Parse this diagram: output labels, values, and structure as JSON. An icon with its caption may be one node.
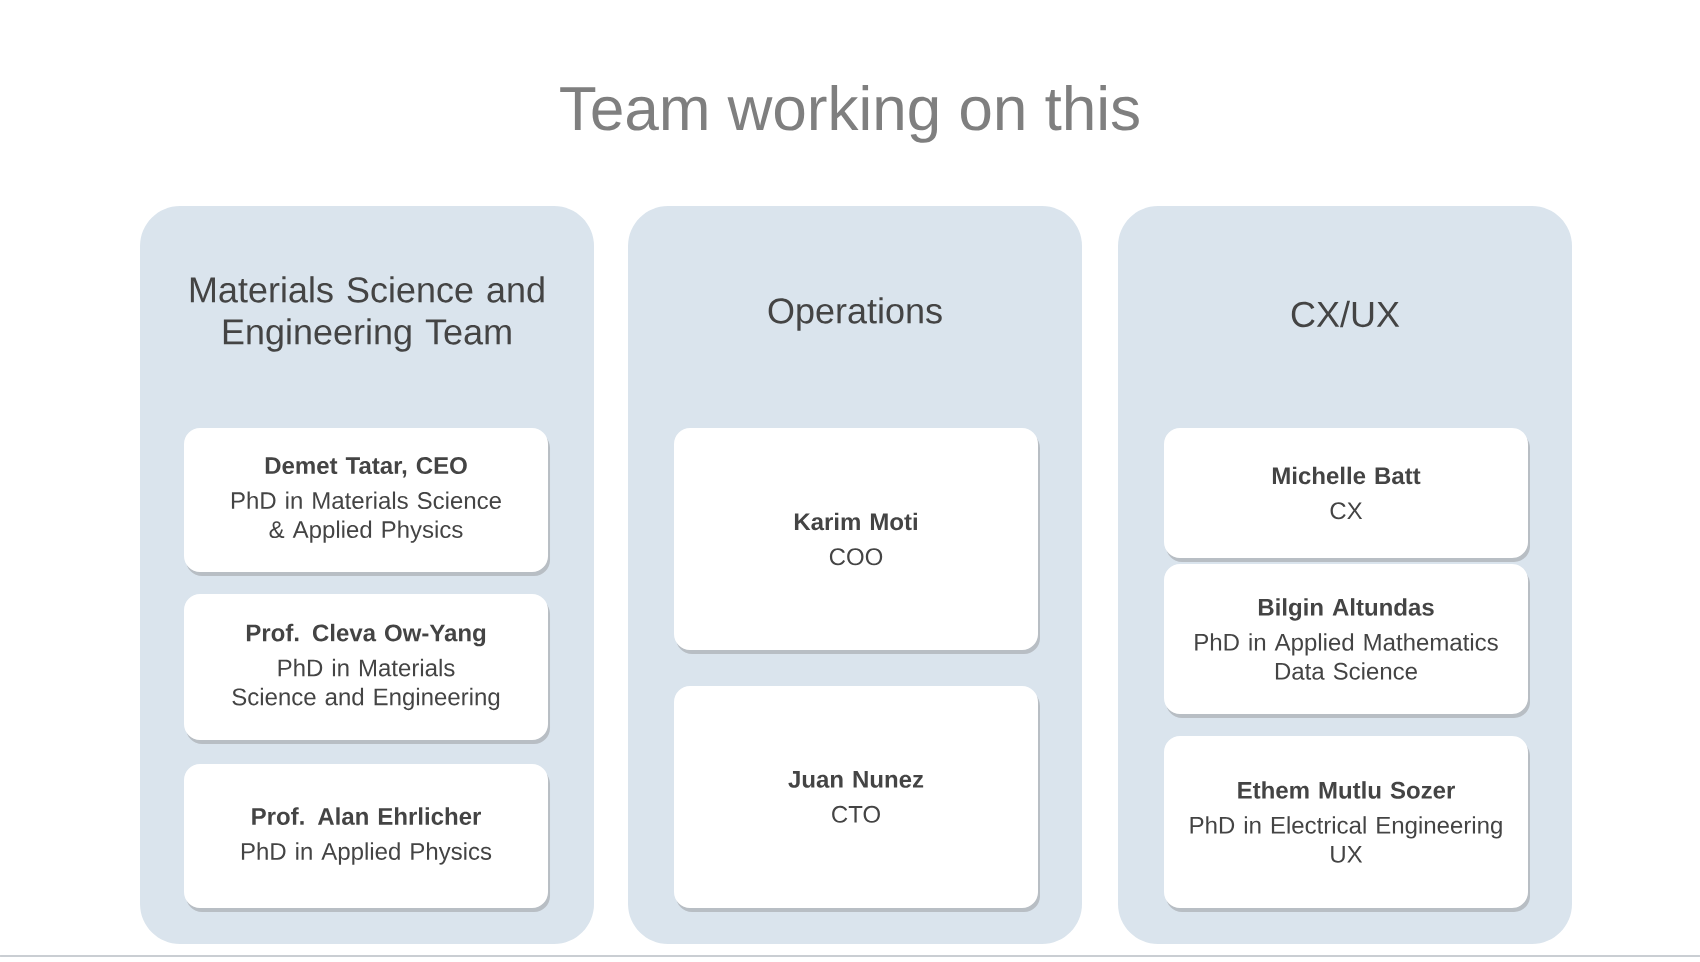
{
  "diagram": {
    "title": "Team working on this",
    "nodes": [
      {
        "text": [
          "Materials Science and Engineering Team"
        ]
      },
      {
        "text": [
          "Demet Tatar, CEO",
          "PhD in Materials Science & Applied Physics"
        ],
        "in": 0
      },
      {
        "text": [
          "Prof. Cleva Ow-Yang",
          "PhD in Materials Science and Engineering"
        ],
        "in": 0
      },
      {
        "text": [
          "Prof. Alan Ehrlicher",
          "PhD in Applied Physics"
        ],
        "in": 0
      },
      {
        "text": [
          "Operations"
        ]
      },
      {
        "text": [
          "Karim Moti",
          "COO"
        ],
        "in": 4
      },
      {
        "text": [
          "Juan Nunez",
          "CTO"
        ],
        "in": 4
      },
      {
        "text": [
          "CX/UX"
        ]
      },
      {
        "text": [
          "Michelle Batt",
          "CX"
        ],
        "in": 7
      },
      {
        "text": [
          "Bilgin Altundas",
          "PhD in Applied Mathematics",
          "Data Science"
        ],
        "in": 7
      },
      {
        "text": [
          "Ethem Mutlu Sozer",
          "PhD in Electrical Engineering",
          "UX"
        ],
        "in": 7
      }
    ],
    "edges": []
  }
}
